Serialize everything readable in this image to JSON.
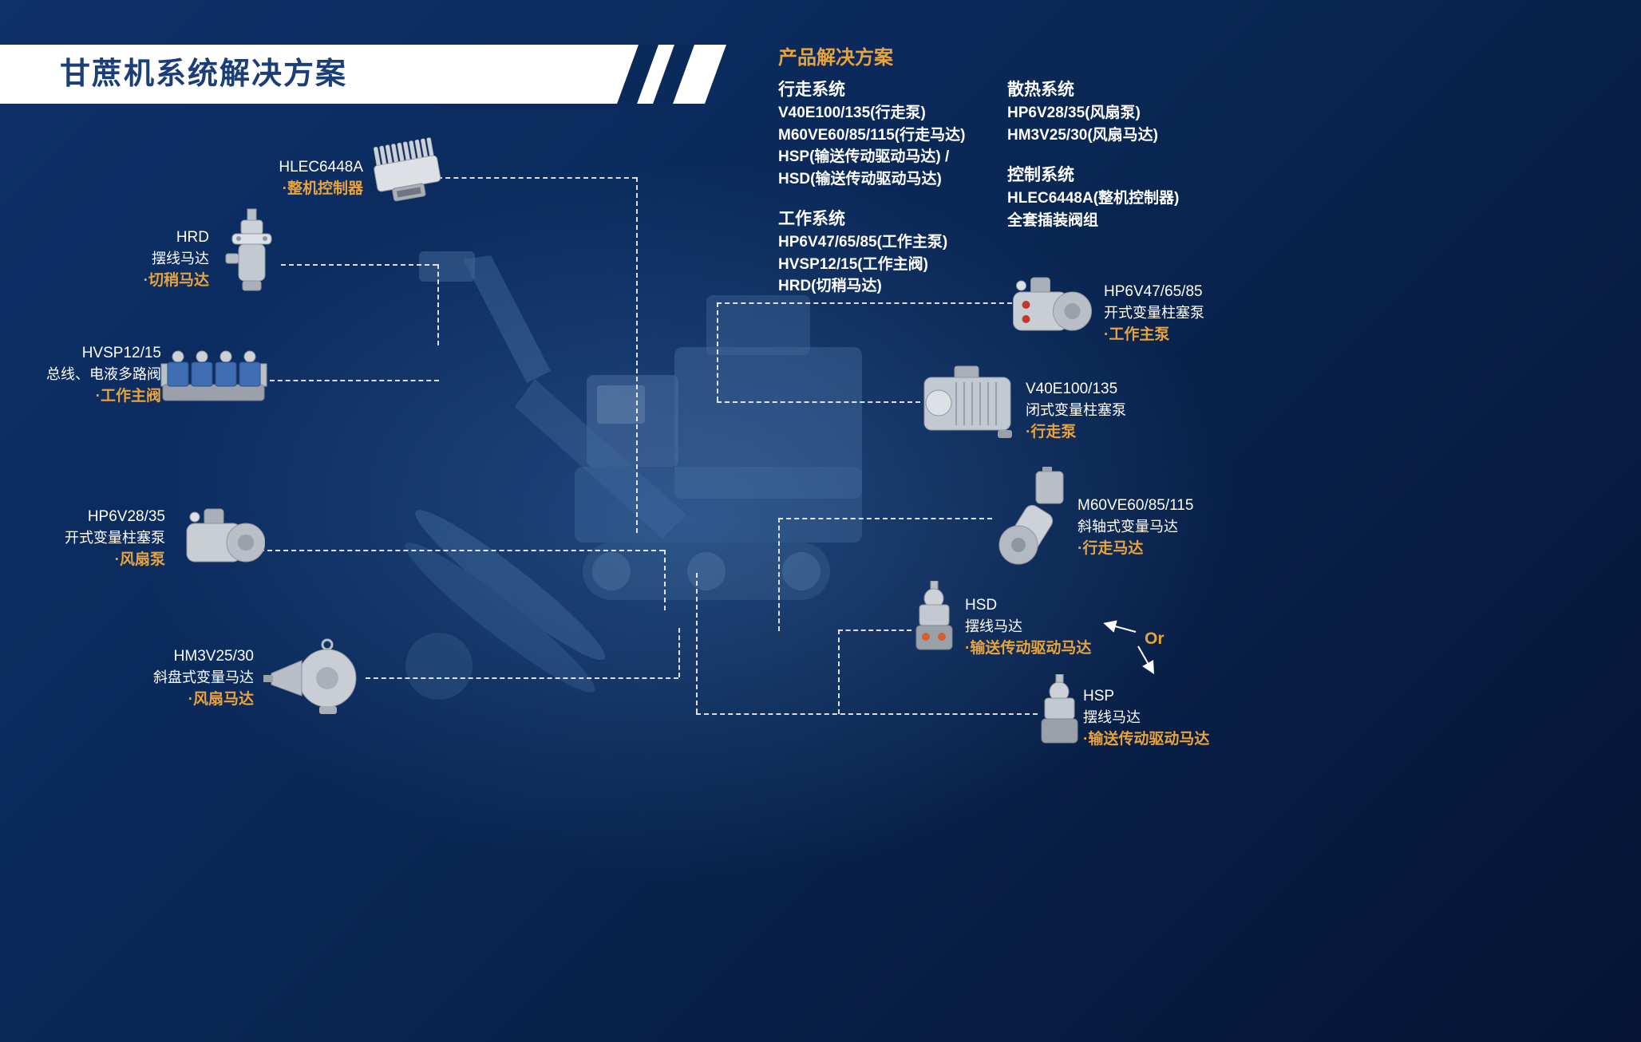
{
  "banner": {
    "title": "甘蔗机系统解决方案"
  },
  "colors": {
    "background_navy": "#0B2A5C",
    "banner_text_navy": "#1B3E78",
    "accent_gold": "#E8A33D",
    "text_white": "#FFFFFF",
    "valve_blue": "#3F6DB4"
  },
  "solutions": {
    "heading": "产品解决方案",
    "groups": [
      {
        "title": "行走系统",
        "items": [
          "V40E100/135(行走泵)",
          "M60VE60/85/115(行走马达)",
          "HSP(输送传动驱动马达) /",
          "HSD(输送传动驱动马达)"
        ]
      },
      {
        "title": "工作系统",
        "items": [
          "HP6V47/65/85(工作主泵)",
          "HVSP12/15(工作主阀)",
          "HRD(切稍马达)"
        ]
      },
      {
        "title": "散热系统",
        "items": [
          "HP6V28/35(风扇泵)",
          "HM3V25/30(风扇马达)"
        ]
      },
      {
        "title": "控制系统",
        "items": [
          "HLEC6448A(整机控制器)",
          "全套插装阀组"
        ]
      }
    ]
  },
  "callouts": {
    "hlec": {
      "model": "HLEC6448A",
      "highlight": "·整机控制器"
    },
    "hrd": {
      "model": "HRD",
      "desc": "摆线马达",
      "highlight": "·切稍马达"
    },
    "hvsp": {
      "model": "HVSP12/15",
      "desc": "总线、电液多路阀",
      "highlight": "·工作主阀"
    },
    "hp6v28": {
      "model": "HP6V28/35",
      "desc": "开式变量柱塞泵",
      "highlight": "·风扇泵"
    },
    "hm3v": {
      "model": "HM3V25/30",
      "desc": "斜盘式变量马达",
      "highlight": "·风扇马达"
    },
    "hp6v47": {
      "model": "HP6V47/65/85",
      "desc": "开式变量柱塞泵",
      "highlight": "·工作主泵"
    },
    "v40e": {
      "model": "V40E100/135",
      "desc": "闭式变量柱塞泵",
      "highlight": "·行走泵"
    },
    "m60ve": {
      "model": "M60VE60/85/115",
      "desc": "斜轴式变量马达",
      "highlight": "·行走马达"
    },
    "hsd": {
      "model": "HSD",
      "desc": "摆线马达",
      "highlight": "·输送传动驱动马达"
    },
    "hsp": {
      "model": "HSP",
      "desc": "摆线马达",
      "highlight": "·输送传动驱动马达"
    },
    "or_label": "Or"
  }
}
